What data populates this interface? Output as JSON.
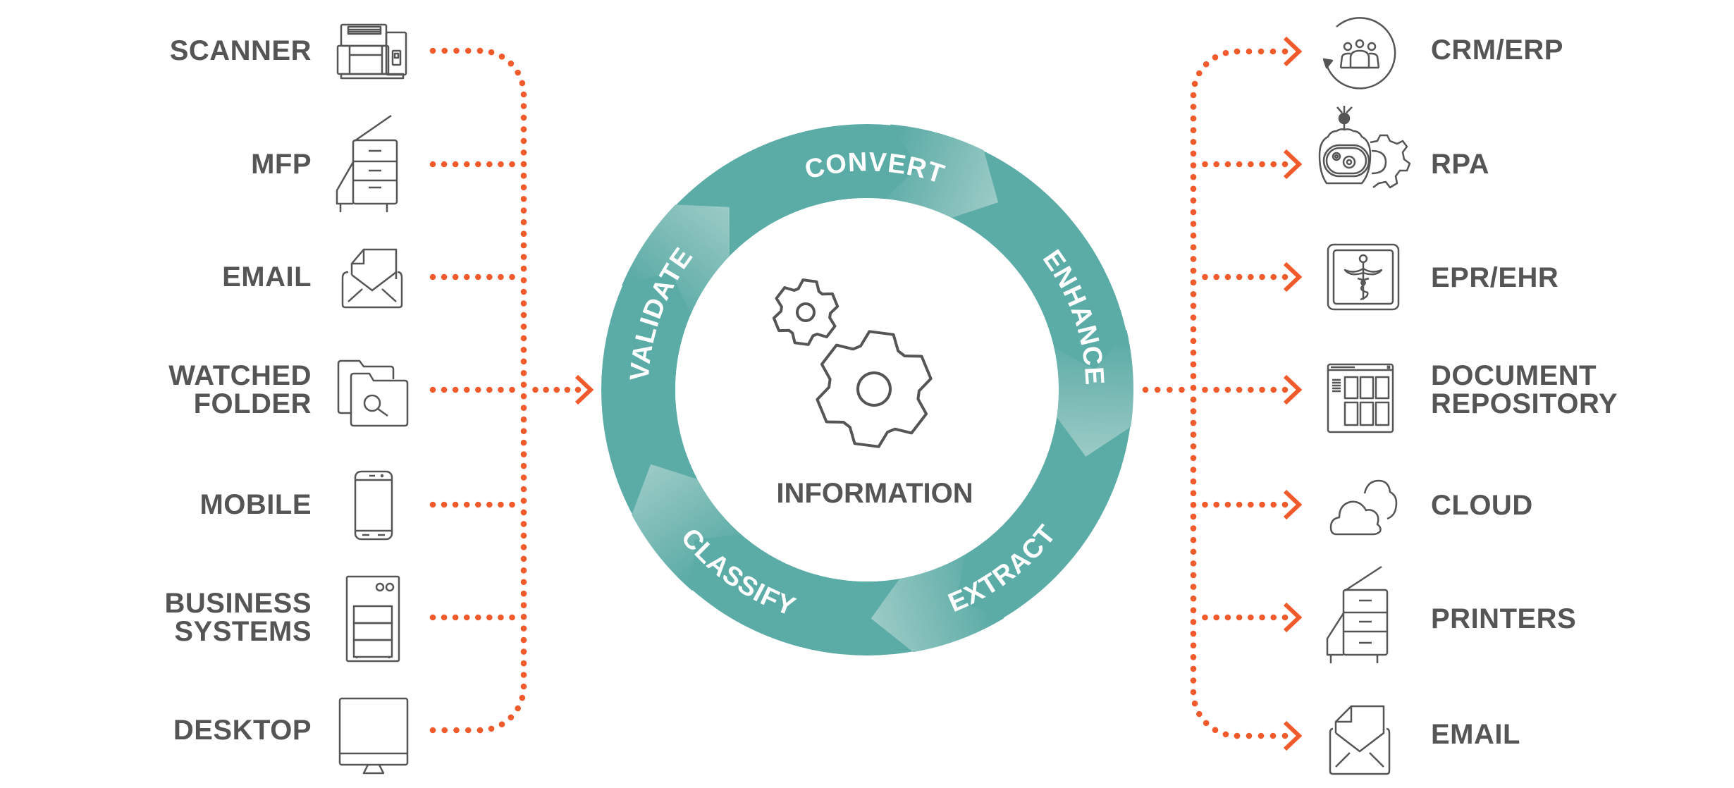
{
  "diagram": {
    "title": "Information capture and processing flow",
    "colors": {
      "ring": "#5BABA6",
      "ring_highlight": "#9CCBC6",
      "connector": "#F15A2B",
      "text": "#555555",
      "ring_text": "#FFFFFF",
      "icon_stroke": "#555555"
    },
    "inputs": [
      {
        "id": "scanner",
        "label_lines": [
          "SCANNER"
        ],
        "icon": "scanner-icon"
      },
      {
        "id": "mfp",
        "label_lines": [
          "MFP"
        ],
        "icon": "mfp-icon"
      },
      {
        "id": "email-in",
        "label_lines": [
          "EMAIL"
        ],
        "icon": "email-icon"
      },
      {
        "id": "watched-folder",
        "label_lines": [
          "WATCHED",
          "FOLDER"
        ],
        "icon": "watched-folder-icon"
      },
      {
        "id": "mobile",
        "label_lines": [
          "MOBILE"
        ],
        "icon": "mobile-icon"
      },
      {
        "id": "business-systems",
        "label_lines": [
          "BUSINESS",
          "SYSTEMS"
        ],
        "icon": "server-icon"
      },
      {
        "id": "desktop",
        "label_lines": [
          "DESKTOP"
        ],
        "icon": "desktop-icon"
      }
    ],
    "cycle": {
      "center_label": "INFORMATION",
      "center_icon": "gears-icon",
      "stages": [
        "CONVERT",
        "ENHANCE",
        "EXTRACT",
        "CLASSIFY",
        "VALIDATE"
      ]
    },
    "outputs": [
      {
        "id": "crm-erp",
        "label_lines": [
          "CRM/ERP"
        ],
        "icon": "crm-cycle-icon"
      },
      {
        "id": "rpa",
        "label_lines": [
          "RPA"
        ],
        "icon": "robot-gear-icon"
      },
      {
        "id": "epr-ehr",
        "label_lines": [
          "EPR/EHR"
        ],
        "icon": "medical-caduceus-icon"
      },
      {
        "id": "document-repository",
        "label_lines": [
          "DOCUMENT",
          "REPOSITORY"
        ],
        "icon": "repository-window-icon"
      },
      {
        "id": "cloud",
        "label_lines": [
          "CLOUD"
        ],
        "icon": "cloud-icon"
      },
      {
        "id": "printers",
        "label_lines": [
          "PRINTERS"
        ],
        "icon": "printer-icon"
      },
      {
        "id": "email-out",
        "label_lines": [
          "EMAIL"
        ],
        "icon": "email-icon"
      }
    ]
  }
}
